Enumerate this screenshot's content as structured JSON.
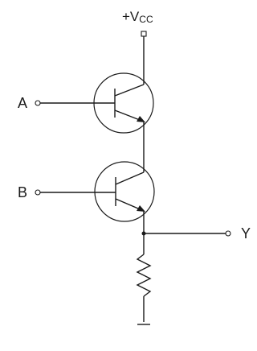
{
  "labels": {
    "vcc": "+V",
    "vcc_sub": "CC",
    "input_a": "A",
    "input_b": "B",
    "output_y": "Y"
  }
}
